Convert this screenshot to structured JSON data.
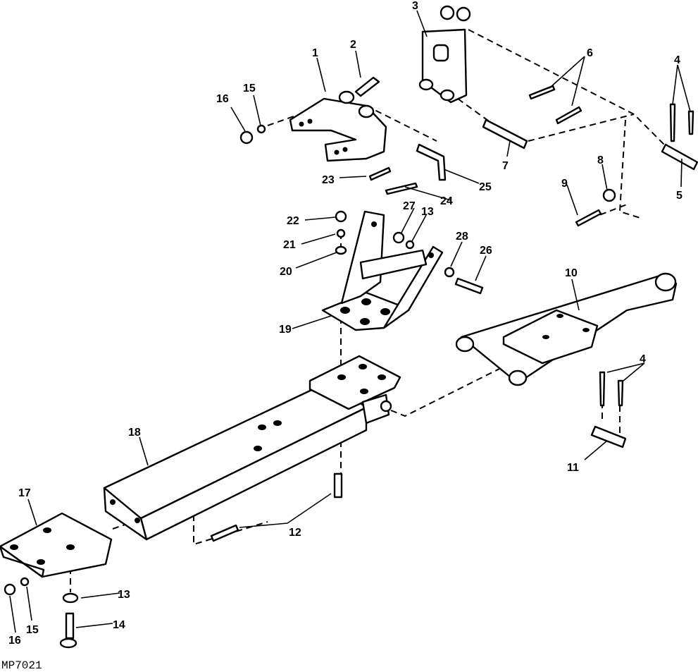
{
  "figure_code": "MP7021",
  "callouts": {
    "c1": "1",
    "c2": "2",
    "c3": "3",
    "c4a": "4",
    "c4b": "4",
    "c5": "5",
    "c6": "6",
    "c7": "7",
    "c8": "8",
    "c9": "9",
    "c10": "10",
    "c11": "11",
    "c12": "12",
    "c13a": "13",
    "c13b": "13",
    "c14": "14",
    "c15a": "15",
    "c15b": "15",
    "c16a": "16",
    "c16b": "16",
    "c17": "17",
    "c18": "18",
    "c19": "19",
    "c20": "20",
    "c21": "21",
    "c22": "22",
    "c23": "23",
    "c24": "24",
    "c25": "25",
    "c26": "26",
    "c27": "27",
    "c28": "28"
  }
}
